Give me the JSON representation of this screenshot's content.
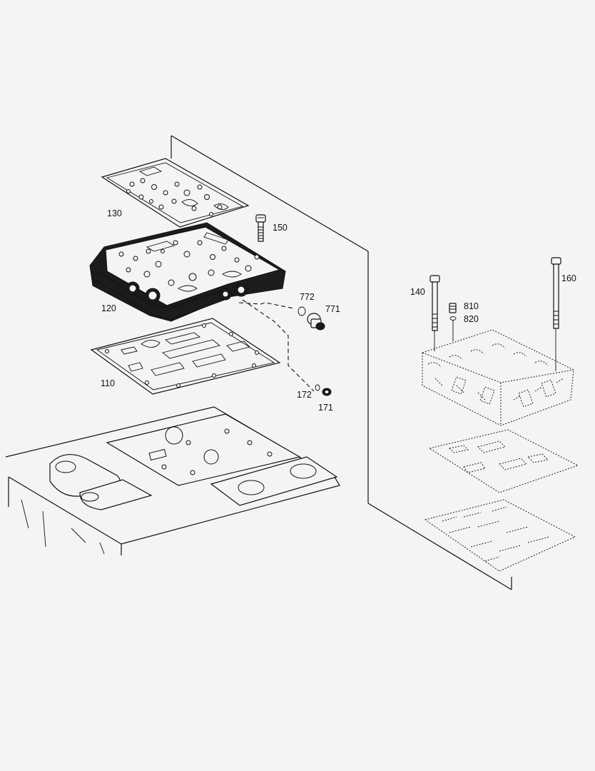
{
  "labels": {
    "p110": "110",
    "p120": "120",
    "p130": "130",
    "p140": "140",
    "p150": "150",
    "p160": "160",
    "p171": "171",
    "p172": "172",
    "p771": "771",
    "p772": "772",
    "p810": "810",
    "p820": "820"
  }
}
